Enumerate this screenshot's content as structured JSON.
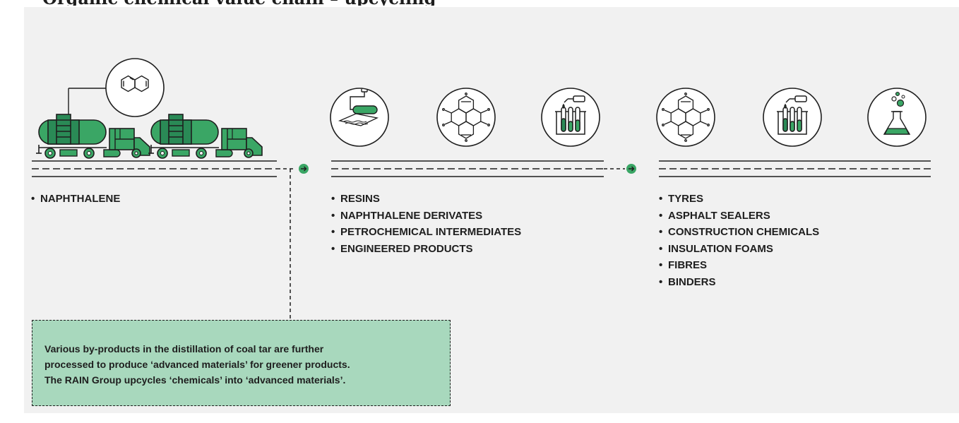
{
  "title": "Organic chemical value chain – upcycling",
  "stages": [
    {
      "id": "stage-naphthalene",
      "items": [
        "NAPHTHALENE"
      ]
    },
    {
      "id": "stage-intermediates",
      "items": [
        "RESINS",
        "NAPHTHALENE DERIVATES",
        "PETROCHEMICAL INTERMEDIATES",
        "ENGINEERED PRODUCTS"
      ]
    },
    {
      "id": "stage-applications",
      "items": [
        "TYRES",
        "ASPHALT SEALERS",
        "CONSTRUCTION CHEMICALS",
        "INSULATION FOAMS",
        "FIBRES",
        "BINDERS"
      ]
    }
  ],
  "note": {
    "lines": [
      "Various by-products in the distillation of coal tar are further",
      "processed to produce ‘advanced materials’ for greener products.",
      "The RAIN Group upcycles ‘chemicals’ into ‘advanced materials’."
    ]
  },
  "icons": [
    "tanker-truck-icon",
    "naphthalene-molecule-icon",
    "roller-coating-icon",
    "polycyclic-molecule-icon",
    "test-tubes-icon",
    "flask-icon",
    "arrow-right-icon"
  ],
  "colors": {
    "accent": "#3aa665",
    "dark_green": "#2a8a56",
    "note_fill": "#a8d8bd",
    "ink": "#1e1e1e",
    "panel": "#f1f1f1"
  }
}
